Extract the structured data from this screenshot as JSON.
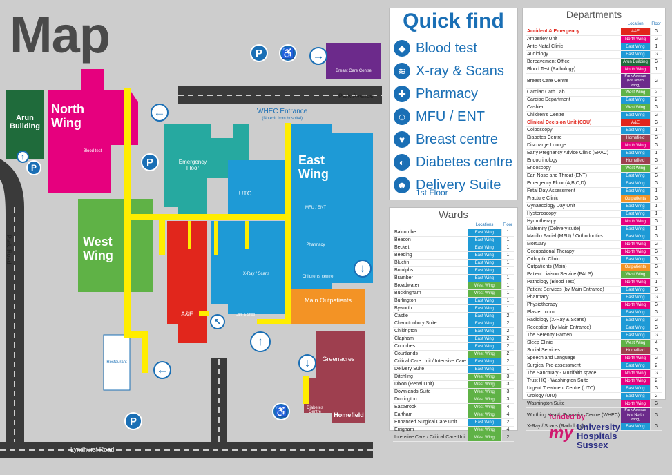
{
  "page_title": "Map",
  "roads": {
    "park_avenue": "Park Avenue",
    "park_road": "Park Road",
    "lyndhurst_road": "Lyndhurst Road"
  },
  "entrance": {
    "label": "WHEC Entrance",
    "note": "(No exit from hospital)"
  },
  "buildings": {
    "arun": "Arun Building",
    "north_wing": "North Wing",
    "west_wing": "West Wing",
    "east_wing": "East Wing",
    "emergency_floor": "Emergency Floor",
    "utc": "UTC",
    "ae": "A&E",
    "main_outpatients": "Main Outpatients",
    "greenacres": "Greenacres",
    "homefield": "Homefield",
    "breast_care_centre": "Breast Care Centre",
    "blood_test": "Blood test",
    "mfu_ent": "MFU / ENT",
    "pharmacy": "Pharmacy",
    "childrens_centre": "Children's centre",
    "xray_scans": "X-Ray / Scans",
    "restaurant": "Restaurant",
    "diabetes_centre": "Diabetes Centre",
    "cafe_shop": "Cafe & Shop",
    "parking_symbol": "P",
    "arrows": {
      "left": "←",
      "right": "→",
      "up": "↑",
      "down": "↓",
      "up_left": "↖"
    }
  },
  "quick_find": {
    "title": "Quick find",
    "items": [
      {
        "label": "Blood test",
        "icon": "blood-drop-icon",
        "glyph": "◆"
      },
      {
        "label": "X-ray & Scans",
        "icon": "xray-icon",
        "glyph": "≋"
      },
      {
        "label": "Pharmacy",
        "icon": "pharmacy-icon",
        "glyph": "✚"
      },
      {
        "label": "MFU / ENT",
        "icon": "mfu-ent-icon",
        "glyph": "☺"
      },
      {
        "label": "Breast centre",
        "icon": "breast-centre-icon",
        "glyph": "♥"
      },
      {
        "label": "Diabetes centre",
        "icon": "diabetes-icon",
        "glyph": "◐"
      },
      {
        "label": "Delivery Suite",
        "icon": "delivery-suite-icon",
        "glyph": "☻"
      }
    ],
    "delivery_floor": "1st Floor"
  },
  "wards": {
    "title": "Wards",
    "headers": {
      "locations": "Locations",
      "floor": "Floor"
    },
    "rows": [
      {
        "name": "Balcombe",
        "loc": "East Wing",
        "floor": "1"
      },
      {
        "name": "Beacon",
        "loc": "East Wing",
        "floor": "1"
      },
      {
        "name": "Becket",
        "loc": "East Wing",
        "floor": "1"
      },
      {
        "name": "Beeding",
        "loc": "East Wing",
        "floor": "1"
      },
      {
        "name": "Bluefin",
        "loc": "East Wing",
        "floor": "1"
      },
      {
        "name": "Botolphs",
        "loc": "East Wing",
        "floor": "1"
      },
      {
        "name": "Bramber",
        "loc": "East Wing",
        "floor": "1"
      },
      {
        "name": "Broadwater",
        "loc": "West Wing",
        "floor": "1"
      },
      {
        "name": "Buckingham",
        "loc": "West Wing",
        "floor": "1"
      },
      {
        "name": "Burlington",
        "loc": "East Wing",
        "floor": "1"
      },
      {
        "name": "Byworth",
        "loc": "East Wing",
        "floor": "1"
      },
      {
        "name": "Castle",
        "loc": "East Wing",
        "floor": "2"
      },
      {
        "name": "Chanctonbury Suite",
        "loc": "East Wing",
        "floor": "2"
      },
      {
        "name": "Chiltington",
        "loc": "East Wing",
        "floor": "2"
      },
      {
        "name": "Clapham",
        "loc": "East Wing",
        "floor": "2"
      },
      {
        "name": "Coombes",
        "loc": "East Wing",
        "floor": "2"
      },
      {
        "name": "Courtlands",
        "loc": "West Wing",
        "floor": "2"
      },
      {
        "name": "Critical Care Unit / Intensive Care",
        "loc": "East Wing",
        "floor": "2"
      },
      {
        "name": "Delivery Suite",
        "loc": "East Wing",
        "floor": "1"
      },
      {
        "name": "Ditchling",
        "loc": "West Wing",
        "floor": "3"
      },
      {
        "name": "Dixon (Renal Unit)",
        "loc": "West Wing",
        "floor": "3"
      },
      {
        "name": "Downlands Suite",
        "loc": "West Wing",
        "floor": "3"
      },
      {
        "name": "Durrington",
        "loc": "West Wing",
        "floor": "3"
      },
      {
        "name": "EastBrook",
        "loc": "West Wing",
        "floor": "4"
      },
      {
        "name": "Eartham",
        "loc": "West Wing",
        "floor": "4"
      },
      {
        "name": "Enhanced Surgical Care Unit",
        "loc": "East Wing",
        "floor": "2"
      },
      {
        "name": "Errigham",
        "loc": "West Wing",
        "floor": "4"
      },
      {
        "name": "Intensive Care / Critical Care Unit",
        "loc": "West Wing",
        "floor": "2"
      }
    ]
  },
  "departments": {
    "title": "Departments",
    "headers": {
      "location": "Location",
      "floor": "Floor"
    },
    "rows": [
      {
        "name": "Accident & Emergency",
        "loc": "A&E",
        "floor": "G",
        "hl": true
      },
      {
        "name": "Amberley Unit",
        "loc": "North Wing",
        "floor": "G"
      },
      {
        "name": "Ante-Natal Clinic",
        "loc": "East Wing",
        "floor": "1"
      },
      {
        "name": "Audiology",
        "loc": "East Wing",
        "floor": "G"
      },
      {
        "name": "Bereavement Office",
        "loc": "Arun Building",
        "floor": "G"
      },
      {
        "name": "Blood Test (Pathology)",
        "loc": "North Wing",
        "floor": "1"
      },
      {
        "name": "Breast Care Centre",
        "loc": "Park Avenue (via North Wing)",
        "floor": "G",
        "tall": true
      },
      {
        "name": "Cardiac Cath Lab",
        "loc": "West Wing",
        "floor": "2"
      },
      {
        "name": "Cardiac Department",
        "loc": "East Wing",
        "floor": "2"
      },
      {
        "name": "Cashier",
        "loc": "West Wing",
        "floor": "G"
      },
      {
        "name": "Children's Centre",
        "loc": "East Wing",
        "floor": "G"
      },
      {
        "name": "Clinical Decision Unit (CDU)",
        "loc": "A&E",
        "floor": "G",
        "hl": true
      },
      {
        "name": "Colposcopy",
        "loc": "East Wing",
        "floor": "1"
      },
      {
        "name": "Diabetes Centre",
        "loc": "Homefield",
        "floor": "G"
      },
      {
        "name": "Discharge Lounge",
        "loc": "North Wing",
        "floor": "G"
      },
      {
        "name": "Early Pregnancy Advice Clinic (EPAC)",
        "loc": "East Wing",
        "floor": "1"
      },
      {
        "name": "Endocrinology",
        "loc": "Homefield",
        "floor": "G"
      },
      {
        "name": "Endoscopy",
        "loc": "West Wing",
        "floor": "G"
      },
      {
        "name": "Ear, Nose and Throat (ENT)",
        "loc": "East Wing",
        "floor": "G"
      },
      {
        "name": "Emergency Floor (A,B,C,D)",
        "loc": "East Wing",
        "floor": "G"
      },
      {
        "name": "Fetal Day Assessment",
        "loc": "East Wing",
        "floor": "1"
      },
      {
        "name": "Fracture Clinic",
        "loc": "Outpatients",
        "floor": "G"
      },
      {
        "name": "Gynaecology Day Unit",
        "loc": "East Wing",
        "floor": "1"
      },
      {
        "name": "Hysteroscopy",
        "loc": "East Wing",
        "floor": "1"
      },
      {
        "name": "Hydrotherapy",
        "loc": "North Wing",
        "floor": "G"
      },
      {
        "name": "Maternity (Delivery suite)",
        "loc": "East Wing",
        "floor": "1"
      },
      {
        "name": "Maxillo Facial (MFU) / Orthodontics",
        "loc": "East Wing",
        "floor": "G"
      },
      {
        "name": "Mortuary",
        "loc": "North Wing",
        "floor": "G"
      },
      {
        "name": "Occupational Therapy",
        "loc": "North Wing",
        "floor": "G"
      },
      {
        "name": "Orthoptic Clinic",
        "loc": "East Wing",
        "floor": "G"
      },
      {
        "name": "Outpatients (Main)",
        "loc": "Outpatients",
        "floor": "G"
      },
      {
        "name": "Patient Liaison Service (PALS)",
        "loc": "West Wing",
        "floor": "G"
      },
      {
        "name": "Pathology (Blood Test)",
        "loc": "North Wing",
        "floor": "1"
      },
      {
        "name": "Patient Services (by Main Entrance)",
        "loc": "East Wing",
        "floor": "G"
      },
      {
        "name": "Pharmacy",
        "loc": "East Wing",
        "floor": "G"
      },
      {
        "name": "Physiotherapy",
        "loc": "North Wing",
        "floor": "G"
      },
      {
        "name": "Plaster room",
        "loc": "East Wing",
        "floor": "G"
      },
      {
        "name": "Radiology (X-Ray & Scans)",
        "loc": "East Wing",
        "floor": "G"
      },
      {
        "name": "Reception (by Main Entrance)",
        "loc": "East Wing",
        "floor": "G"
      },
      {
        "name": "The Serenity Garden",
        "loc": "East Wing",
        "floor": "G"
      },
      {
        "name": "Sleep Clinic",
        "loc": "West Wing",
        "floor": "4"
      },
      {
        "name": "Social Services",
        "loc": "Homefield",
        "floor": "G"
      },
      {
        "name": "Speech and Language",
        "loc": "North Wing",
        "floor": "G"
      },
      {
        "name": "Surgical Pre-assessment",
        "loc": "East Wing",
        "floor": "2"
      },
      {
        "name": "The Sanctuary - Multifaith space",
        "loc": "North Wing",
        "floor": "G"
      },
      {
        "name": "Trust HQ - Washington Suite",
        "loc": "North Wing",
        "floor": "2"
      },
      {
        "name": "Urgent Treatment Centre (UTC)",
        "loc": "East Wing",
        "floor": "G"
      },
      {
        "name": "Urology (UIU)",
        "loc": "East Wing",
        "floor": "2"
      },
      {
        "name": "Washington Suite",
        "loc": "North Wing",
        "floor": "G"
      },
      {
        "name": "Worthing Health Education Centre (WHEC)",
        "loc": "Park Avenue (via North Wing)",
        "floor": "G",
        "tall": true
      },
      {
        "name": "X-Ray / Scans (Radiology)",
        "loc": "East Wing",
        "floor": "G"
      }
    ]
  },
  "location_colors": {
    "East Wing": "#1e9ad6",
    "West Wing": "#5fb246",
    "North Wing": "#e6007e",
    "A&E": "#e1261c",
    "Arun Building": "#1f6b3b",
    "Homefield": "#9e3f4f",
    "Outpatients": "#f39325",
    "Park Avenue (via North Wing)": "#6c2a8b"
  },
  "colors": {
    "highlight_text": "#e1261c",
    "accent_blue": "#1a6fb5",
    "path_yellow": "#ffed00"
  },
  "footer": {
    "funded_by": "funded by",
    "brand_line1": "University",
    "brand_line2": "Hospitals",
    "brand_line3": "Sussex",
    "brand_prefix": "my"
  }
}
